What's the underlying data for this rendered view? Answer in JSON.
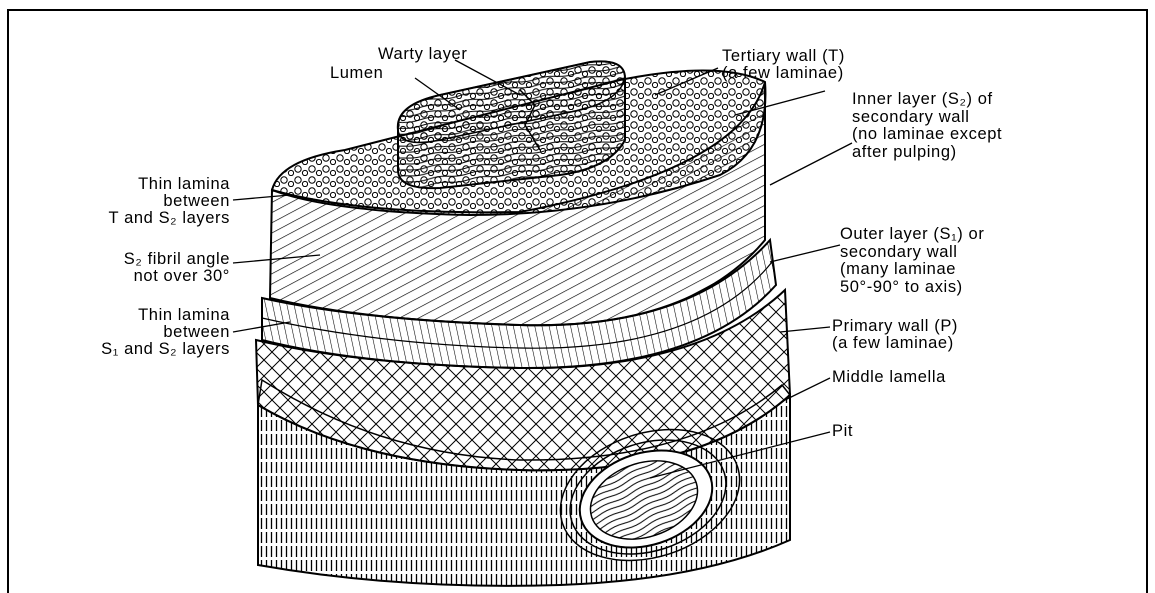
{
  "labels": {
    "warty_layer": "Warty layer",
    "lumen": "Lumen",
    "tertiary_wall": [
      "Tertiary wall (T)",
      "(a few laminae)"
    ],
    "inner_layer": [
      "Inner layer (S₂) of",
      "secondary wall",
      "(no laminae except",
      "after pulping)"
    ],
    "thin_lamina_t_s2": [
      "Thin lamina",
      "between",
      "T and S₂ layers"
    ],
    "s2_fibril_angle": [
      "S₂ fibril angle",
      "not over 30°"
    ],
    "outer_layer": [
      "Outer layer (S₁) or",
      "secondary wall",
      "(many laminae",
      "50°-90° to axis)"
    ],
    "thin_lamina_s1_s2": [
      "Thin lamina",
      "between",
      "S₁ and S₂ layers"
    ],
    "primary_wall": [
      "Primary wall (P)",
      "(a few laminae)"
    ],
    "middle_lamella": "Middle lamella",
    "pit": "Pit"
  },
  "colors": {
    "ink": "#000000",
    "paper": "#ffffff"
  }
}
